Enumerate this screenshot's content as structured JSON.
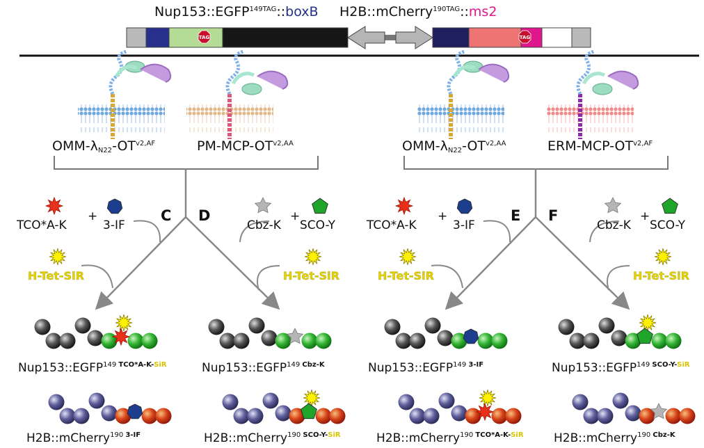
{
  "gene_construct": {
    "left_label": {
      "name": "Nup153::EGFP",
      "sup": "149TAG",
      "sep": "::",
      "tag": "boxB"
    },
    "right_label": {
      "name": "H2B::mCherry",
      "sup": "190TAG",
      "sep": "::",
      "tag": "ms2"
    },
    "stop_codon_label": "TAG",
    "colors": {
      "gray": "#b9b9b9",
      "navy": "#28308e",
      "egfp": "#b5dc97",
      "black": "#161616",
      "dark_navy": "#1e1f5c",
      "mcherry": "#ee7474",
      "magenta": "#e0168c"
    }
  },
  "groups": [
    {
      "constructs": [
        {
          "name": "OMM-λ",
          "sub": "N22",
          "rest": "-OT",
          "sup": "v2,AF"
        },
        {
          "name": "PM-MCP-OT",
          "sup": "v2,AA"
        }
      ],
      "branches": [
        {
          "letter": "C",
          "reagent1": "TCO*A-K",
          "reagent2": "3-IF",
          "dye": "H-Tet-SiR"
        },
        {
          "letter": "D",
          "reagent1": "Cbz-K",
          "reagent2": "SCO-Y",
          "dye": "H-Tet-SiR"
        }
      ],
      "products": [
        {
          "nup": {
            "base": "Nup153::EGFP",
            "sup": "149",
            "mod": "TCO*A-K-",
            "sir": "SiR"
          },
          "h2b": {
            "base": "H2B::mCherry",
            "sup": "190",
            "mod": "3-IF",
            "sir": ""
          }
        },
        {
          "nup": {
            "base": "Nup153::EGFP",
            "sup": "149",
            "mod": "Cbz-K",
            "sir": ""
          },
          "h2b": {
            "base": "H2B::mCherry",
            "sup": "190",
            "mod": "SCO-Y-",
            "sir": "SiR"
          }
        }
      ]
    },
    {
      "constructs": [
        {
          "name": "OMM-λ",
          "sub": "N22",
          "rest": "-OT",
          "sup": "v2,AA"
        },
        {
          "name": "ERM-MCP-OT",
          "sup": "v2,AF"
        }
      ],
      "branches": [
        {
          "letter": "E",
          "reagent1": "TCO*A-K",
          "reagent2": "3-IF",
          "dye": "H-Tet-SiR"
        },
        {
          "letter": "F",
          "reagent1": "Cbz-K",
          "reagent2": "SCO-Y",
          "dye": "H-Tet-SiR"
        }
      ],
      "products": [
        {
          "nup": {
            "base": "Nup153::EGFP",
            "sup": "149",
            "mod": "3-IF",
            "sir": ""
          },
          "h2b": {
            "base": "H2B::mCherry",
            "sup": "190",
            "mod": "TCO*A-K-",
            "sir": "SiR"
          }
        },
        {
          "nup": {
            "base": "Nup153::EGFP",
            "sup": "149",
            "mod": "SCO-Y-",
            "sir": "SiR"
          },
          "h2b": {
            "base": "H2B::mCherry",
            "sup": "190",
            "mod": "Cbz-K",
            "sir": ""
          }
        }
      ]
    }
  ],
  "plus_sign": "+",
  "icons": {
    "tco_a_k": "red-star",
    "three_if": "blue-heptagon",
    "cbz_k": "gray-star",
    "sco_y": "green-pentagon",
    "sir": "yellow-sun"
  },
  "chain_mods": [
    [
      "red-star",
      "blue-heptagon"
    ],
    [
      "gray-star",
      "green-pentagon"
    ],
    [
      "blue-heptagon",
      "red-star"
    ],
    [
      "green-pentagon",
      "gray-star"
    ]
  ]
}
